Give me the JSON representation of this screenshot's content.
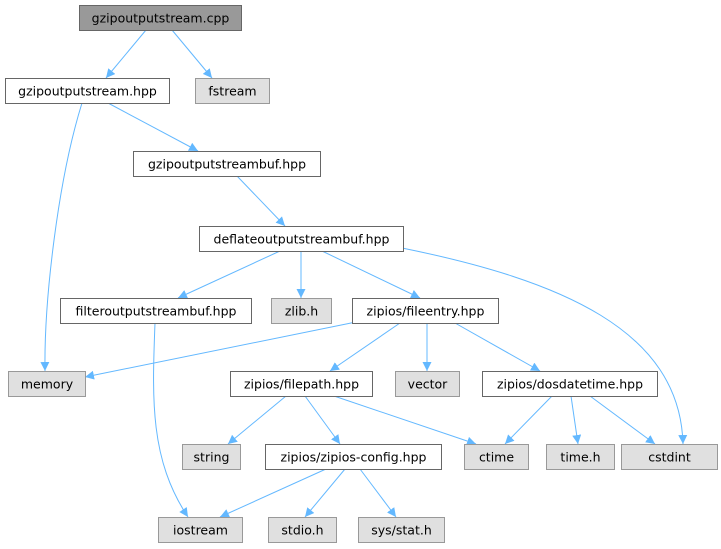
{
  "colors": {
    "edge": "#63b8ff",
    "root_fill": "#999999",
    "root_border": "#666666",
    "documented_fill": "#ffffff",
    "documented_border": "#666666",
    "external_fill": "#e0e0e0",
    "external_border": "#999999"
  },
  "nodes": [
    {
      "id": "gzipoutputstream_cpp",
      "label": "gzipoutputstream.cpp",
      "kind": "root"
    },
    {
      "id": "gzipoutputstream_hpp",
      "label": "gzipoutputstream.hpp",
      "kind": "documented"
    },
    {
      "id": "fstream",
      "label": "fstream",
      "kind": "external"
    },
    {
      "id": "gzipoutputstreambuf_hpp",
      "label": "gzipoutputstreambuf.hpp",
      "kind": "documented"
    },
    {
      "id": "deflateoutputstreambuf_hpp",
      "label": "deflateoutputstreambuf.hpp",
      "kind": "documented"
    },
    {
      "id": "filteroutputstreambuf_hpp",
      "label": "filteroutputstreambuf.hpp",
      "kind": "documented"
    },
    {
      "id": "zlib_h",
      "label": "zlib.h",
      "kind": "external"
    },
    {
      "id": "fileentry_hpp",
      "label": "zipios/fileentry.hpp",
      "kind": "documented"
    },
    {
      "id": "memory",
      "label": "memory",
      "kind": "external"
    },
    {
      "id": "filepath_hpp",
      "label": "zipios/filepath.hpp",
      "kind": "documented"
    },
    {
      "id": "vector",
      "label": "vector",
      "kind": "external"
    },
    {
      "id": "dosdatetime_hpp",
      "label": "zipios/dosdatetime.hpp",
      "kind": "documented"
    },
    {
      "id": "string",
      "label": "string",
      "kind": "external"
    },
    {
      "id": "zipios_config_hpp",
      "label": "zipios/zipios-config.hpp",
      "kind": "documented"
    },
    {
      "id": "ctime",
      "label": "ctime",
      "kind": "external"
    },
    {
      "id": "time_h",
      "label": "time.h",
      "kind": "external"
    },
    {
      "id": "cstdint",
      "label": "cstdint",
      "kind": "external"
    },
    {
      "id": "iostream",
      "label": "iostream",
      "kind": "external"
    },
    {
      "id": "stdio_h",
      "label": "stdio.h",
      "kind": "external"
    },
    {
      "id": "sys_stat_h",
      "label": "sys/stat.h",
      "kind": "external"
    }
  ],
  "edges": [
    {
      "from": "gzipoutputstream_cpp",
      "to": "gzipoutputstream_hpp"
    },
    {
      "from": "gzipoutputstream_cpp",
      "to": "fstream"
    },
    {
      "from": "gzipoutputstream_hpp",
      "to": "gzipoutputstreambuf_hpp"
    },
    {
      "from": "gzipoutputstream_hpp",
      "to": "memory"
    },
    {
      "from": "gzipoutputstreambuf_hpp",
      "to": "deflateoutputstreambuf_hpp"
    },
    {
      "from": "deflateoutputstreambuf_hpp",
      "to": "filteroutputstreambuf_hpp"
    },
    {
      "from": "deflateoutputstreambuf_hpp",
      "to": "zlib_h"
    },
    {
      "from": "deflateoutputstreambuf_hpp",
      "to": "fileentry_hpp"
    },
    {
      "from": "deflateoutputstreambuf_hpp",
      "to": "cstdint"
    },
    {
      "from": "filteroutputstreambuf_hpp",
      "to": "iostream"
    },
    {
      "from": "fileentry_hpp",
      "to": "memory"
    },
    {
      "from": "fileentry_hpp",
      "to": "filepath_hpp"
    },
    {
      "from": "fileentry_hpp",
      "to": "vector"
    },
    {
      "from": "fileentry_hpp",
      "to": "dosdatetime_hpp"
    },
    {
      "from": "filepath_hpp",
      "to": "string"
    },
    {
      "from": "filepath_hpp",
      "to": "zipios_config_hpp"
    },
    {
      "from": "filepath_hpp",
      "to": "ctime"
    },
    {
      "from": "dosdatetime_hpp",
      "to": "ctime"
    },
    {
      "from": "dosdatetime_hpp",
      "to": "time_h"
    },
    {
      "from": "dosdatetime_hpp",
      "to": "cstdint"
    },
    {
      "from": "zipios_config_hpp",
      "to": "iostream"
    },
    {
      "from": "zipios_config_hpp",
      "to": "stdio_h"
    },
    {
      "from": "zipios_config_hpp",
      "to": "sys_stat_h"
    }
  ]
}
